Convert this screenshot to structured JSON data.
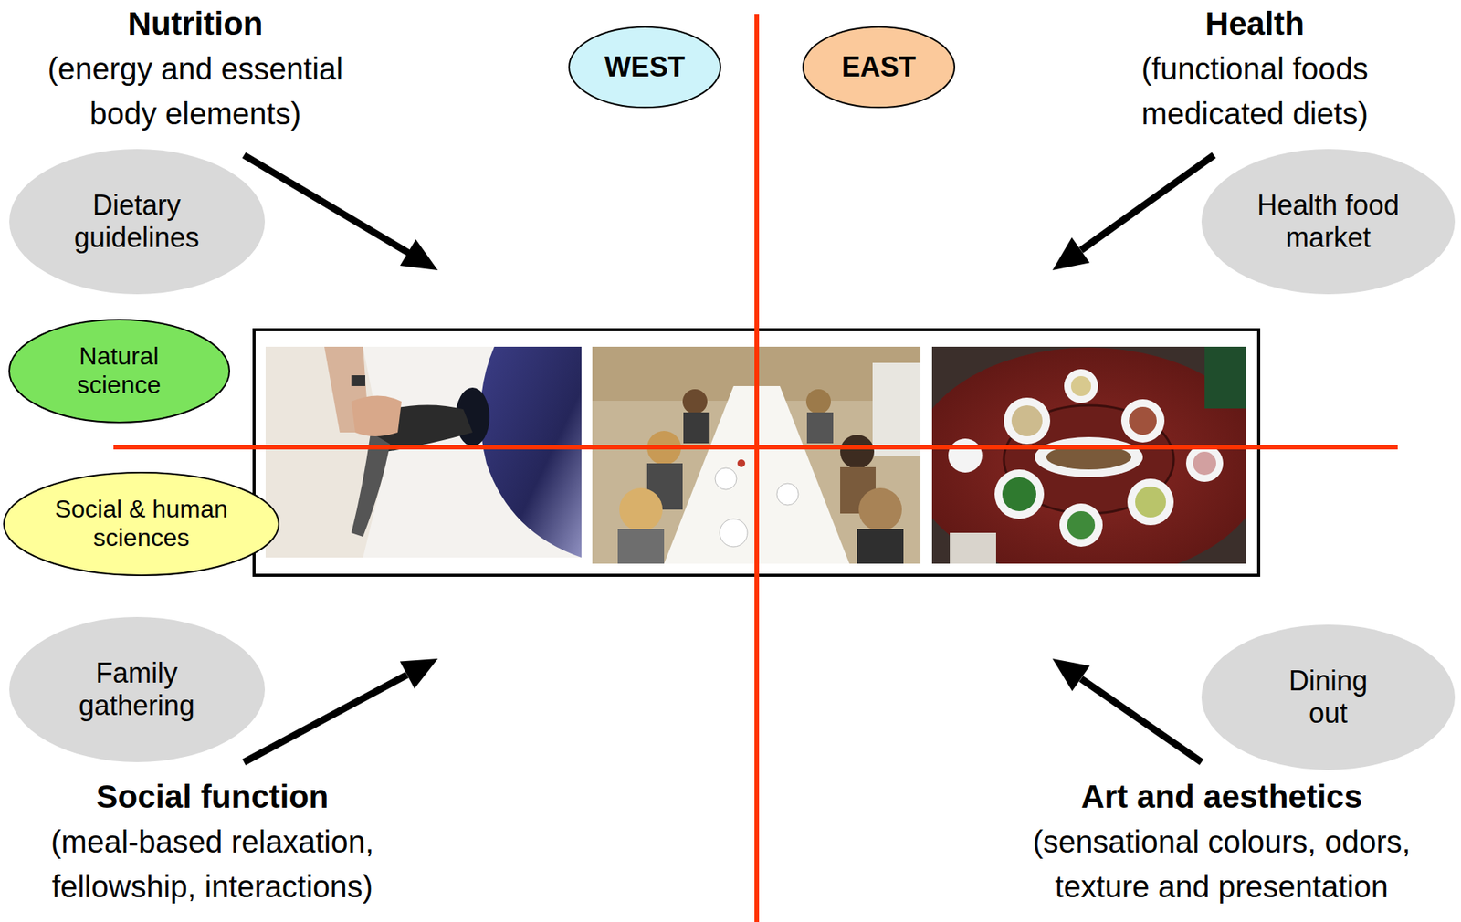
{
  "diagram": {
    "nodes": [
      {
        "text": [
          "WEST"
        ]
      },
      {
        "text": [
          "EAST"
        ]
      },
      {
        "text": [
          "Dietary guidelines"
        ]
      },
      {
        "text": [
          "Health food market"
        ]
      },
      {
        "text": [
          "Natural science"
        ]
      },
      {
        "text": [
          "Social & human sciences"
        ]
      },
      {
        "text": [
          "Family gathering"
        ]
      },
      {
        "text": [
          "Dining out"
        ]
      }
    ],
    "labels": [
      "Nutrition",
      "(energy and essential body elements)",
      "Health",
      "(functional foods medicated diets)",
      "Social function",
      "(meal-based relaxation, fellowship, interactions)",
      "Art and aesthetics",
      "(sensational colours, odors, texture and presentation"
    ]
  }
}
